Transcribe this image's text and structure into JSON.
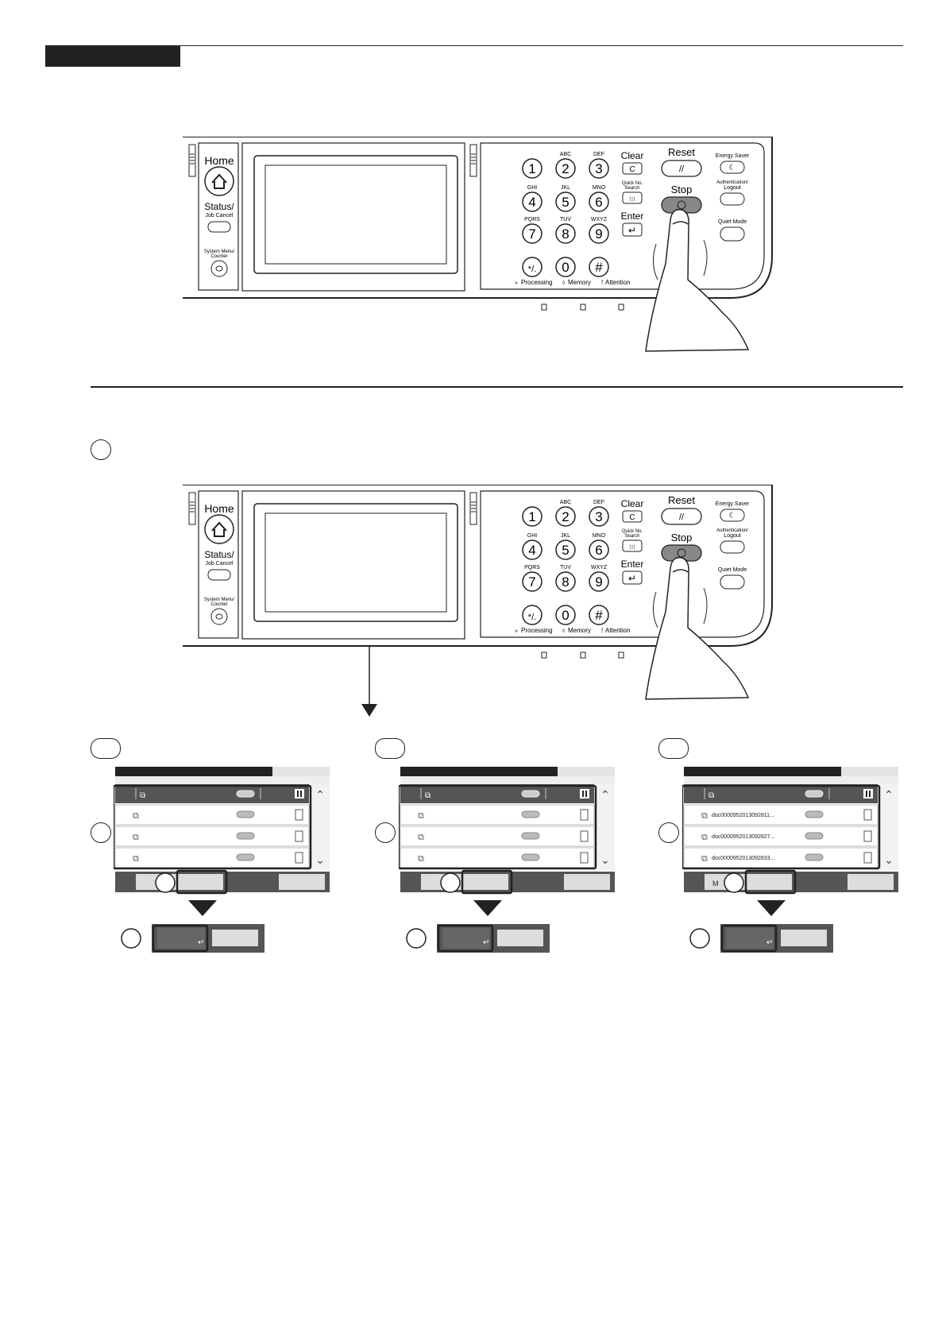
{
  "panel": {
    "home_label": "Home",
    "status_label": "Status/",
    "job_cancel_label": "Job Cancel",
    "system_menu_label": "System Menu/",
    "counter_label": "Counter",
    "energy_saver_label": "Energy Saver",
    "auth_label": "Authentication/",
    "logout_label": "Logout",
    "quiet_mode_label": "Quiet Mode",
    "reset_label": "Reset",
    "stop_label": "Stop",
    "clear_label": "Clear",
    "enter_label": "Enter",
    "quick_no_label": "Quick No.",
    "search_label": "Search",
    "processing_label": "Processing",
    "memory_label": "Memory",
    "attention_label": "Attention",
    "keys": [
      {
        "digit": "1",
        "letters": ""
      },
      {
        "digit": "2",
        "letters": "ABC"
      },
      {
        "digit": "3",
        "letters": "DEF"
      },
      {
        "digit": "4",
        "letters": "GHI"
      },
      {
        "digit": "5",
        "letters": "JKL"
      },
      {
        "digit": "6",
        "letters": "MNO"
      },
      {
        "digit": "7",
        "letters": "PQRS"
      },
      {
        "digit": "8",
        "letters": "TUV"
      },
      {
        "digit": "9",
        "letters": "WXYZ"
      },
      {
        "digit": "*/.",
        "letters": ""
      },
      {
        "digit": "0",
        "letters": ""
      },
      {
        "digit": "#",
        "letters": ""
      }
    ]
  },
  "screens": [
    {
      "rows": [
        "",
        "",
        ""
      ]
    },
    {
      "rows": [
        "",
        "",
        ""
      ]
    },
    {
      "rows": [
        "doc0000952013092811...",
        "doc0000952013092827...",
        "doc0000952013092833..."
      ],
      "tab_letter": "M"
    }
  ]
}
